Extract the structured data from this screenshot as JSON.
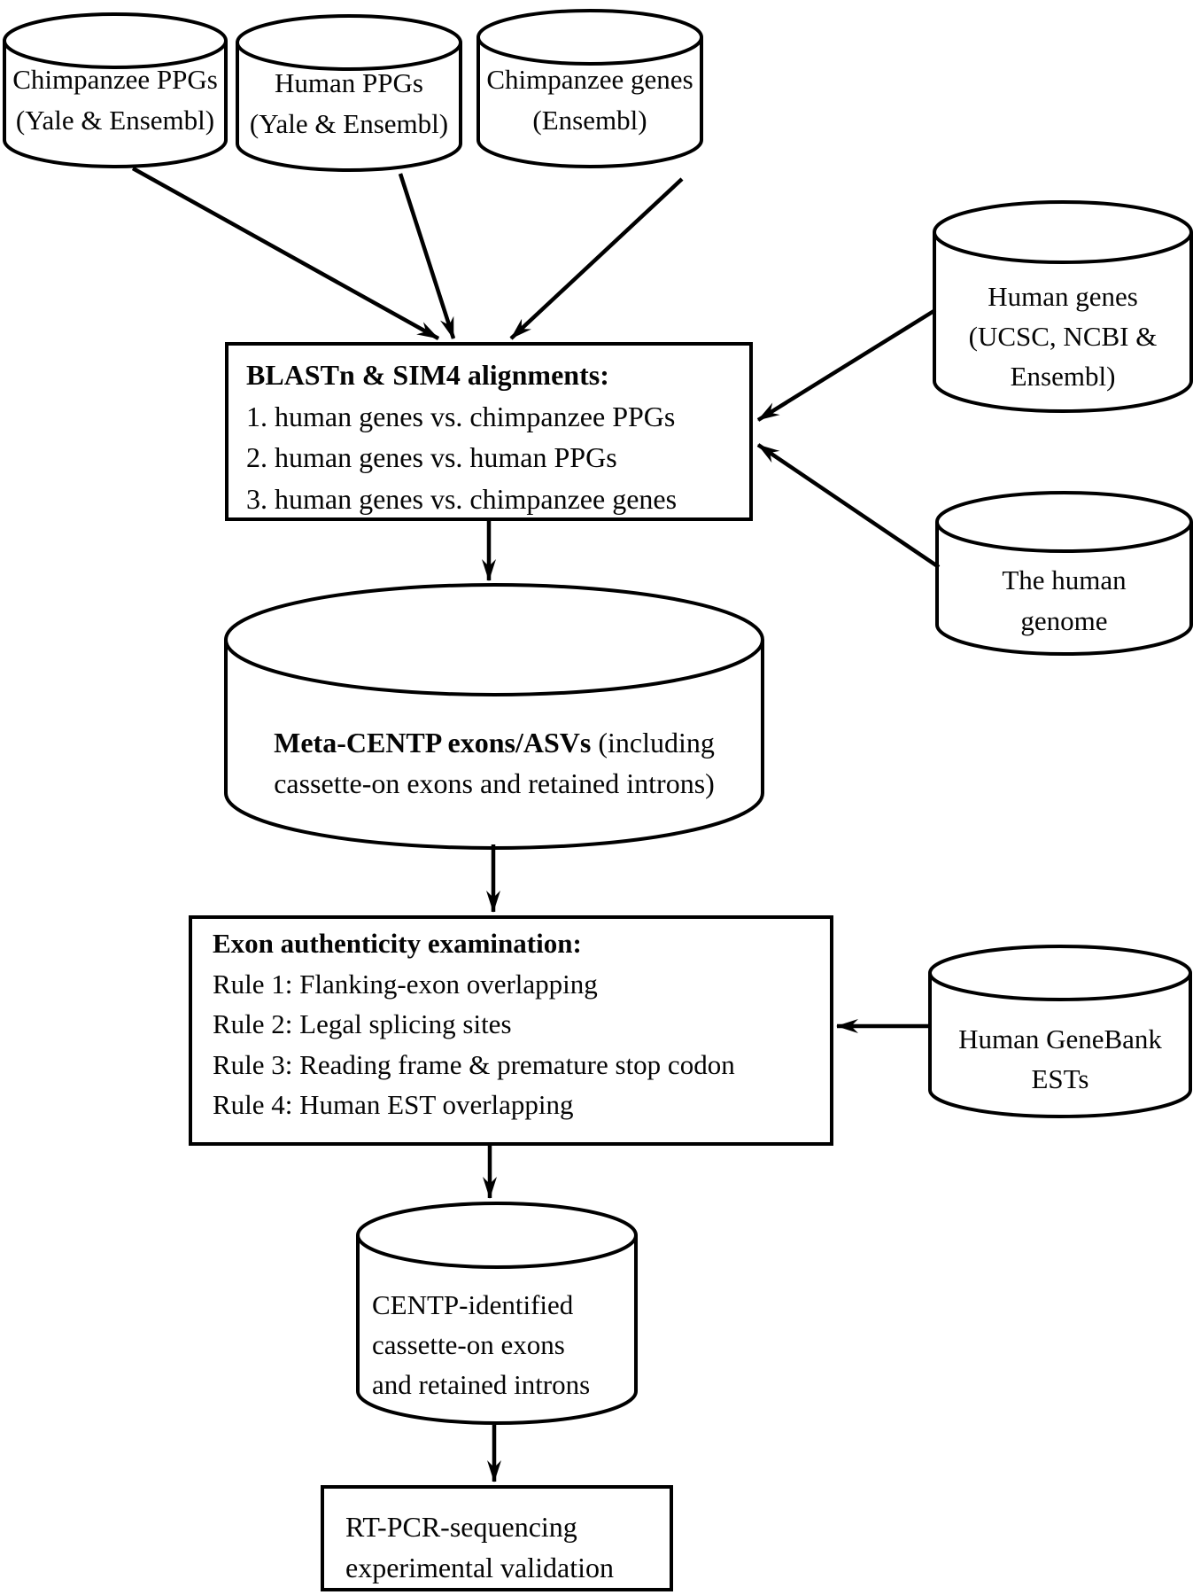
{
  "nodes": {
    "c1": {
      "line1": "Chimpanzee PPGs",
      "line2": "(Yale & Ensembl)"
    },
    "c2": {
      "line1": "Human PPGs",
      "line2": "(Yale & Ensembl)"
    },
    "c3": {
      "line1": "Chimpanzee genes",
      "line2": "(Ensembl)"
    },
    "human_genes": {
      "line1": "Human genes",
      "line2": "(UCSC, NCBI &",
      "line3": "Ensembl)"
    },
    "human_genome": {
      "line1": "The human",
      "line2": "genome"
    },
    "blastn": {
      "title": "BLASTn & SIM4 alignments:",
      "items": [
        "1. human genes vs. chimpanzee PPGs",
        "2. human genes vs. human PPGs",
        "3. human genes vs. chimpanzee genes"
      ]
    },
    "meta_centp": {
      "bold_part": "Meta-CENTP exons/ASVs",
      "rest_part": " (including",
      "line2": "cassette-on exons and retained introns)"
    },
    "exon_exam": {
      "title": "Exon authenticity examination:",
      "rules": [
        "Rule 1: Flanking-exon overlapping",
        "Rule 2: Legal splicing sites",
        "Rule 3: Reading frame & premature stop codon",
        "Rule 4: Human EST overlapping"
      ]
    },
    "genebank_ests": {
      "line1": "Human GeneBank",
      "line2": "ESTs"
    },
    "centp_identified": {
      "line1": "CENTP-identified",
      "line2": "cassette-on exons",
      "line3": "and retained introns"
    },
    "rtpcr": {
      "line1": "RT-PCR-sequencing",
      "line2": "experimental validation"
    }
  },
  "colors": {
    "ink": "#000000",
    "background": "#ffffff"
  }
}
